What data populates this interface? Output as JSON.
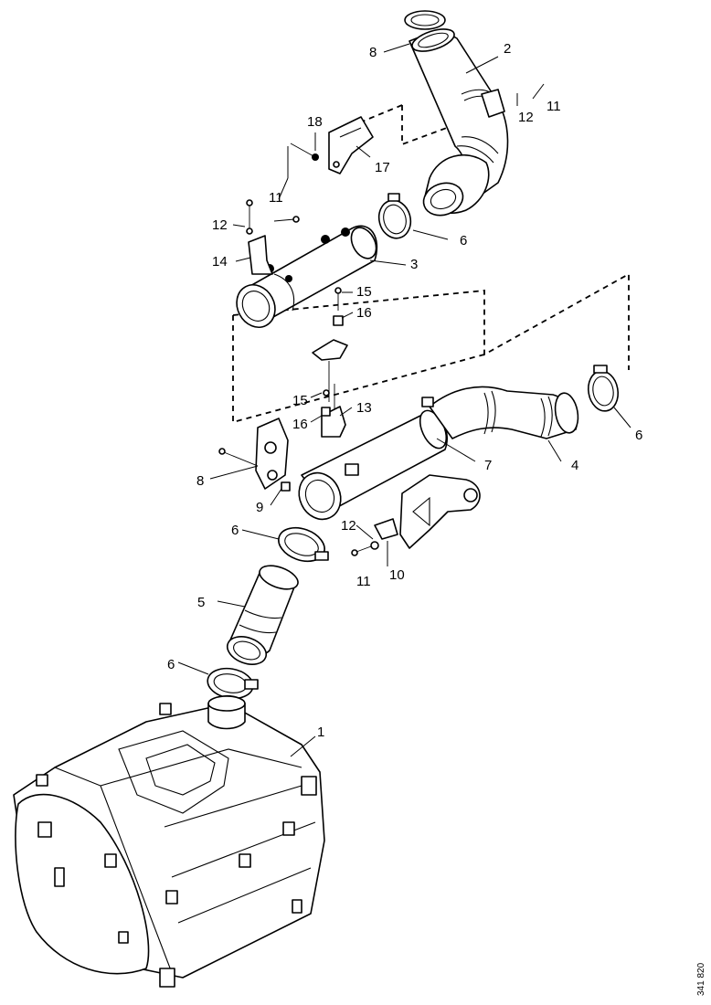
{
  "figure_id": "341 820",
  "callouts": [
    {
      "id": "c1",
      "label": "1"
    },
    {
      "id": "c2",
      "label": "2"
    },
    {
      "id": "c3",
      "label": "3"
    },
    {
      "id": "c4",
      "label": "4"
    },
    {
      "id": "c5",
      "label": "5"
    },
    {
      "id": "c6a",
      "label": "6"
    },
    {
      "id": "c6b",
      "label": "6"
    },
    {
      "id": "c6c",
      "label": "6"
    },
    {
      "id": "c6d",
      "label": "6"
    },
    {
      "id": "c7",
      "label": "7"
    },
    {
      "id": "c8a",
      "label": "8"
    },
    {
      "id": "c8b",
      "label": "8"
    },
    {
      "id": "c9",
      "label": "9"
    },
    {
      "id": "c10",
      "label": "10"
    },
    {
      "id": "c11a",
      "label": "11"
    },
    {
      "id": "c11b",
      "label": "11"
    },
    {
      "id": "c11c",
      "label": "11"
    },
    {
      "id": "c12a",
      "label": "12"
    },
    {
      "id": "c12b",
      "label": "12"
    },
    {
      "id": "c12c",
      "label": "12"
    },
    {
      "id": "c13",
      "label": "13"
    },
    {
      "id": "c14",
      "label": "14"
    },
    {
      "id": "c15a",
      "label": "15"
    },
    {
      "id": "c15b",
      "label": "15"
    },
    {
      "id": "c16a",
      "label": "16"
    },
    {
      "id": "c16b",
      "label": "16"
    },
    {
      "id": "c17",
      "label": "17"
    },
    {
      "id": "c18",
      "label": "18"
    }
  ]
}
